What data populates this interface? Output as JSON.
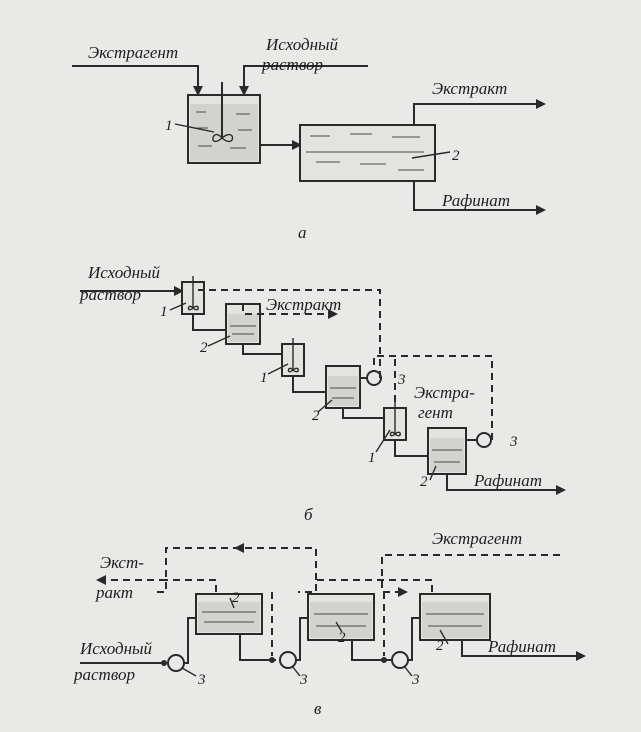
{
  "scheme_a": {
    "extractant": "Экстрагент",
    "feed_line1": "Исходный",
    "feed_line2": "раствор",
    "extract": "Экстракт",
    "raffinate": "Рафинат",
    "num1": "1",
    "num2": "2",
    "caption": "а"
  },
  "scheme_b": {
    "feed_line1": "Исходный",
    "feed_line2": "раствор",
    "extract": "Экстракт",
    "extractant_line1": "Экстра-",
    "extractant_line2": "гент",
    "raffinate": "Рафинат",
    "n1": "1",
    "n2": "2",
    "n3": "3",
    "caption": "б"
  },
  "scheme_c": {
    "extractant": "Экстрагент",
    "extract_line1": "Экст-",
    "extract_line2": "ракт",
    "feed_line1": "Исходный",
    "feed_line2": "раствор",
    "raffinate": "Рафинат",
    "n2": "2",
    "n3": "3",
    "caption": "в"
  }
}
